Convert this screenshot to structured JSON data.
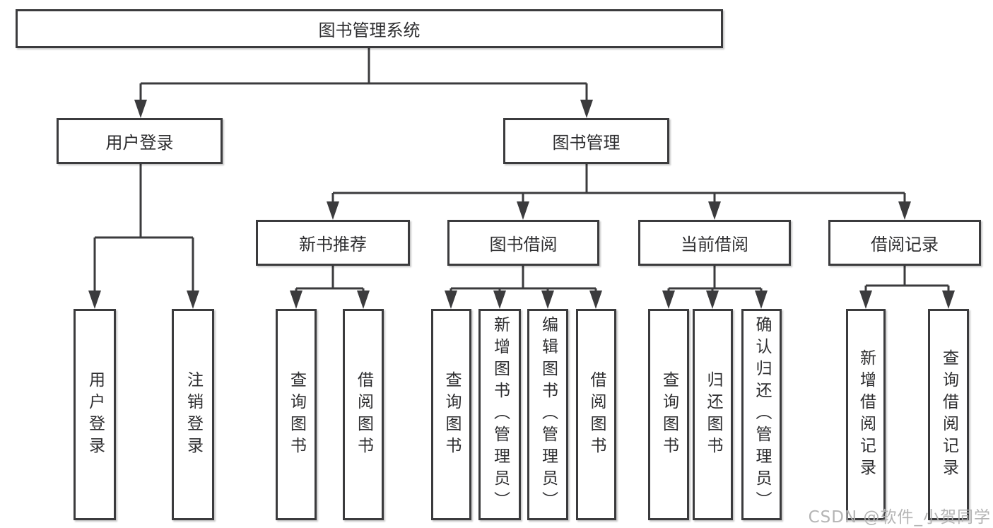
{
  "tree": {
    "root": {
      "label": "图书管理系统"
    },
    "login": {
      "label": "用户登录",
      "children": [
        {
          "label": "用户登录"
        },
        {
          "label": "注销登录"
        }
      ]
    },
    "mgmt": {
      "label": "图书管理",
      "groups": [
        {
          "label": "新书推荐",
          "children": [
            {
              "label": "查询图书"
            },
            {
              "label": "借阅图书"
            }
          ]
        },
        {
          "label": "图书借阅",
          "children": [
            {
              "label": "查询图书"
            },
            {
              "label": "新增图书（管理员）"
            },
            {
              "label": "编辑图书（管理员）"
            },
            {
              "label": "借阅图书"
            }
          ]
        },
        {
          "label": "当前借阅",
          "children": [
            {
              "label": "查询图书"
            },
            {
              "label": "归还图书"
            },
            {
              "label": "确认归还（管理员）"
            }
          ]
        },
        {
          "label": "借阅记录",
          "children": [
            {
              "label": "新增借阅记录"
            },
            {
              "label": "查询借阅记录"
            }
          ]
        }
      ]
    }
  },
  "watermark": "CSDN @软件_小贺同学",
  "colors": {
    "line": "#3b3b3d",
    "border": "#3b3b3d",
    "text": "#2e2e30",
    "watermark": "#b0b0b0",
    "background": "#ffffff"
  }
}
